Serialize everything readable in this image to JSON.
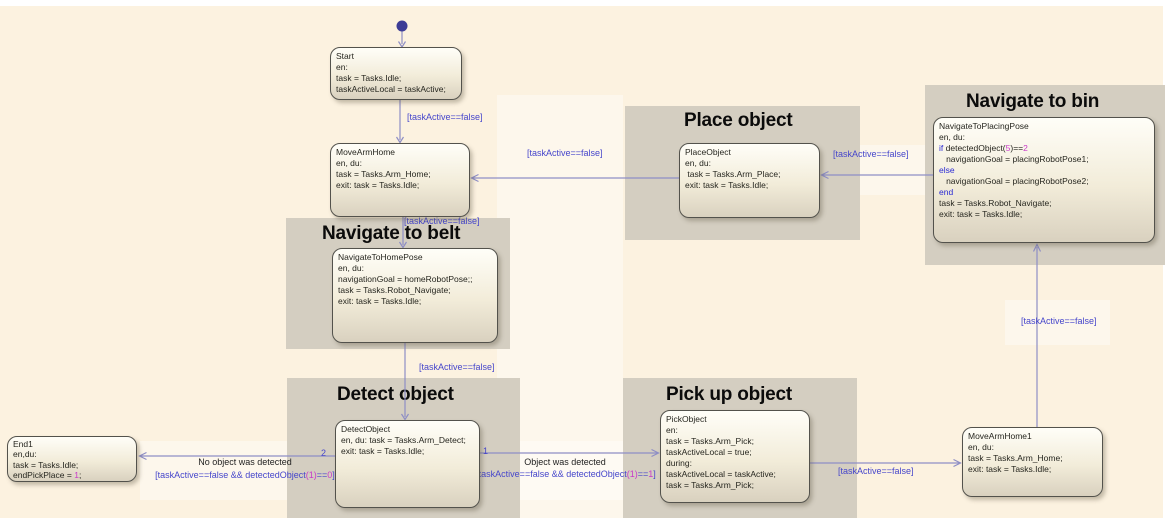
{
  "colors": {
    "background": "#fcf2e0",
    "region-fill": "#d4cec1",
    "line": "#8e8ec5",
    "label": "#4646cb",
    "keyword": "#2929d4",
    "number": "#c93ac9",
    "title-text": "#0b0b0b",
    "state-border": "#53524c",
    "state-top": "#fffef8",
    "state-bottom": "#d9d1bf",
    "dot": "#3c3c96"
  },
  "regions": {
    "navigate_to_belt": {
      "title": "Navigate to belt"
    },
    "detect_object": {
      "title": "Detect object"
    },
    "pick_up_object": {
      "title": "Pick up object"
    },
    "place_object": {
      "title": "Place object"
    },
    "navigate_to_bin": {
      "title": "Navigate to bin"
    }
  },
  "states": {
    "start": {
      "lines": [
        [
          "Start"
        ],
        [
          "en:"
        ],
        [
          "task = Tasks.Idle;"
        ],
        [
          "taskActiveLocal = taskActive;"
        ]
      ]
    },
    "move_arm_home": {
      "lines": [
        [
          "MoveArmHome"
        ],
        [
          "en, du:"
        ],
        [
          "task = Tasks.Arm_Home;"
        ],
        [
          "exit: task = Tasks.Idle;"
        ]
      ]
    },
    "navigate_to_home_pose": {
      "lines": [
        [
          "NavigateToHomePose"
        ],
        [
          "en, du:"
        ],
        [
          "navigationGoal = homeRobotPose;;"
        ],
        [
          "task = Tasks.Robot_Navigate;"
        ],
        [
          "exit: task = Tasks.Idle;"
        ]
      ]
    },
    "detect_object": {
      "lines": [
        [
          "DetectObject"
        ],
        [
          "en, du: task = Tasks.Arm_Detect;"
        ],
        [
          "exit: task = Tasks.Idle;"
        ]
      ]
    },
    "pick_object": {
      "lines": [
        [
          "PickObject"
        ],
        [
          "en:"
        ],
        [
          "task = Tasks.Arm_Pick;"
        ],
        [
          "taskActiveLocal = true;"
        ],
        [
          "during:"
        ],
        [
          "taskActiveLocal = taskActive;"
        ],
        [
          "task = Tasks.Arm_Pick;"
        ]
      ]
    },
    "place_object": {
      "lines": [
        [
          "PlaceObject"
        ],
        [
          "en, du:"
        ],
        [
          " task = Tasks.Arm_Place;"
        ],
        [
          "exit: task = Tasks.Idle;"
        ]
      ]
    },
    "navigate_to_placing_pose": {
      "lines": [
        [
          "NavigateToPlacingPose"
        ],
        [
          "en, du:"
        ],
        [
          {
            "t": "if ",
            "c": "kw"
          },
          "detectedObject(",
          {
            "t": "5",
            "c": "num"
          },
          ")==",
          {
            "t": "2",
            "c": "num"
          }
        ],
        [
          "   navigationGoal = placingRobotPose1;"
        ],
        [
          {
            "t": "else",
            "c": "kw"
          }
        ],
        [
          "   navigationGoal = placingRobotPose2;"
        ],
        [
          {
            "t": "end",
            "c": "kw"
          }
        ],
        [
          "task = Tasks.Robot_Navigate;"
        ],
        [
          "exit: task = Tasks.Idle;"
        ]
      ]
    },
    "move_arm_home1": {
      "lines": [
        [
          "MoveArmHome1"
        ],
        [
          "en, du:"
        ],
        [
          "task = Tasks.Arm_Home;"
        ],
        [
          "exit: task = Tasks.Idle;"
        ]
      ]
    },
    "end1": {
      "lines": [
        [
          "End1"
        ],
        [
          "en,du:"
        ],
        [
          "task = Tasks.Idle;"
        ],
        [
          "endPickPlace = ",
          {
            "t": "1",
            "c": "num"
          },
          ";"
        ]
      ]
    }
  },
  "transitions": {
    "start_to_movearmhome": {
      "label": "[taskActive==false]"
    },
    "movearmhome_to_navhome": {
      "label": "[taskActive==false]"
    },
    "navhome_to_detect": {
      "label": "[taskActive==false]"
    },
    "detect_to_end": {
      "order": "2",
      "comment": "No object was detected",
      "condition": [
        "[taskActive==false && detectedObject",
        {
          "t": "(1)",
          "c": "num"
        },
        "==",
        {
          "t": "0",
          "c": "num"
        },
        "]"
      ]
    },
    "detect_to_pick": {
      "order": "1",
      "comment": "Object was detected",
      "condition": [
        "[taskActive==false && detectedObject",
        {
          "t": "(1)",
          "c": "num"
        },
        "==",
        {
          "t": "1",
          "c": "num"
        },
        "]"
      ]
    },
    "pick_to_movearmhome1": {
      "label": "[taskActive==false]"
    },
    "movearmhome1_to_navbin": {
      "label": "[taskActive==false]"
    },
    "navbin_to_place": {
      "label": "[taskActive==false]"
    },
    "place_to_movearmhome": {
      "label": "[taskActive==false]"
    }
  }
}
